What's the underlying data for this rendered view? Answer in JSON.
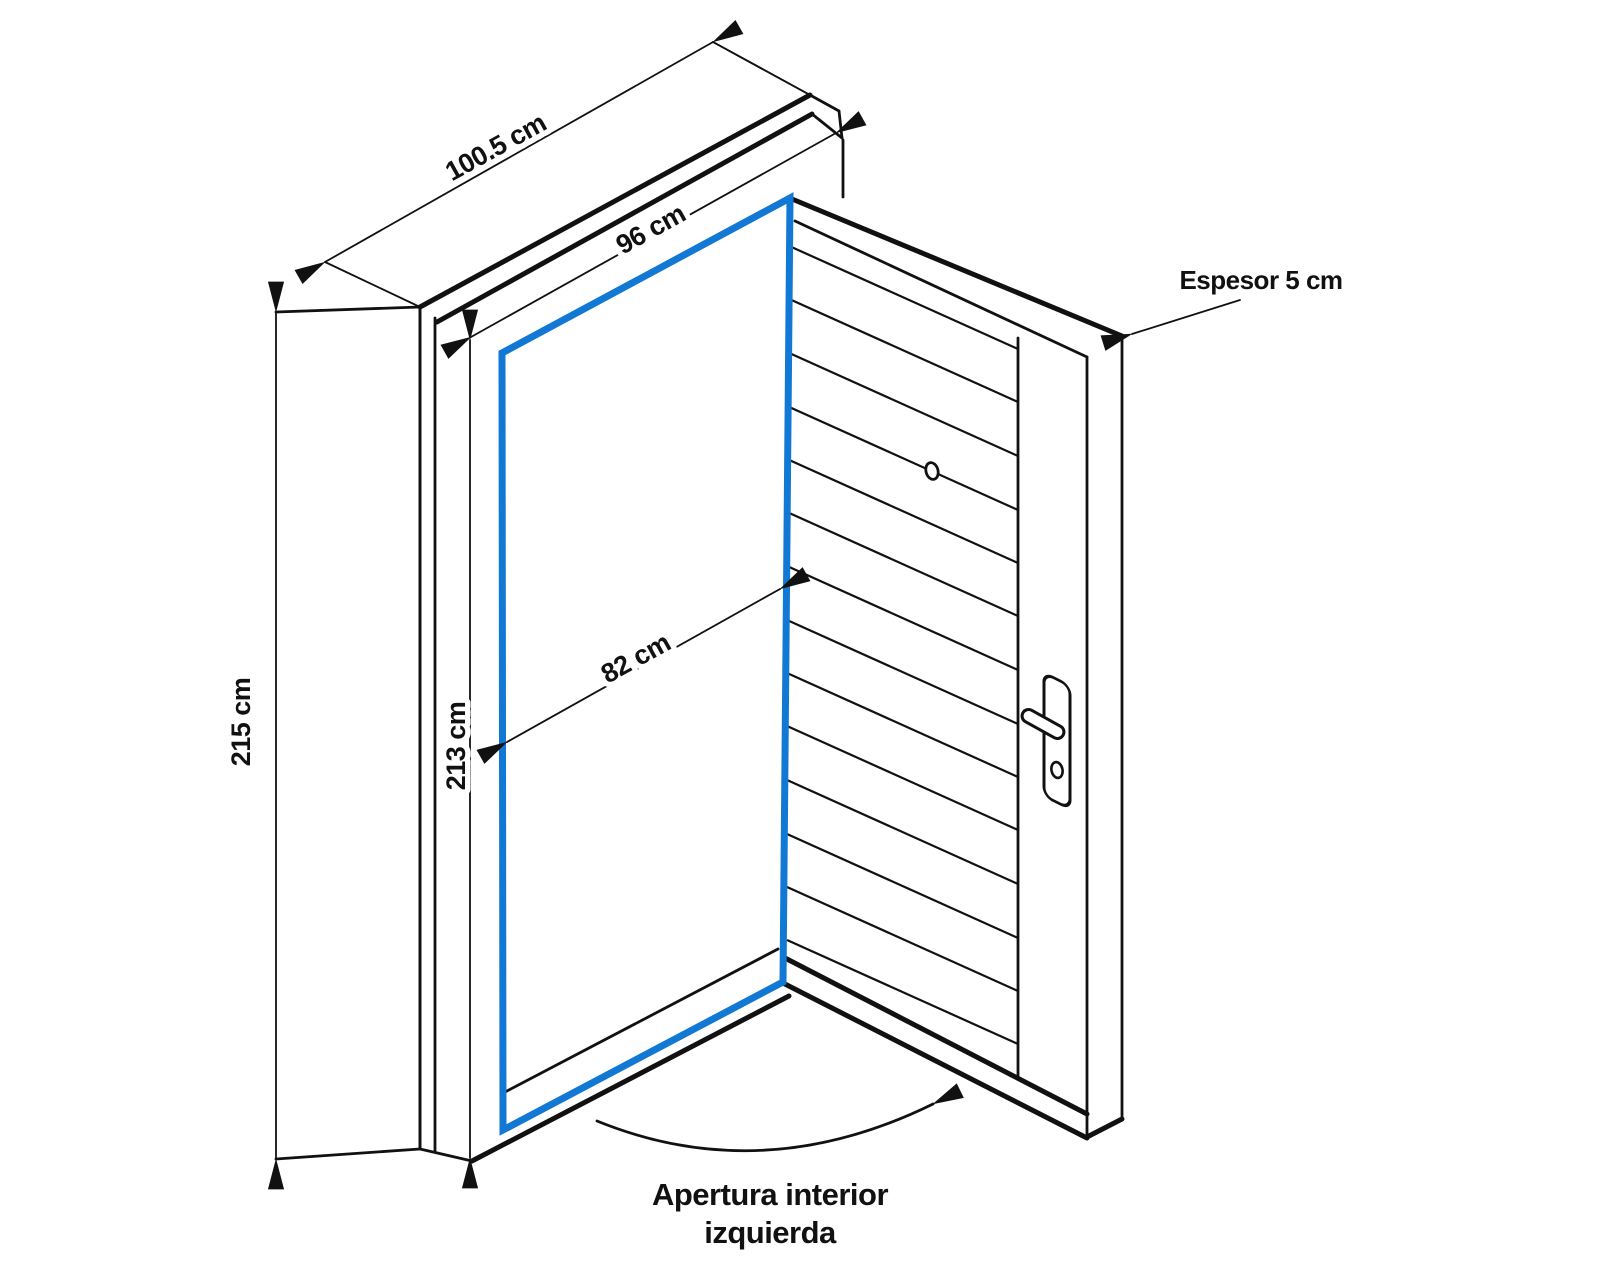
{
  "diagram": {
    "title_semantic": "door-with-frame-dimensions",
    "dimensions": {
      "outer_width": "100.5 cm",
      "inner_width": "96 cm",
      "outer_height": "215 cm",
      "inner_height": "213 cm",
      "leaf_width": "82 cm",
      "thickness": "Espesor 5 cm"
    },
    "opening_label": {
      "line1": "Apertura interior",
      "line2": "izquierda"
    },
    "colors": {
      "highlight_blue": "#1178d4",
      "line_black": "#111111",
      "background": "#ffffff"
    }
  }
}
